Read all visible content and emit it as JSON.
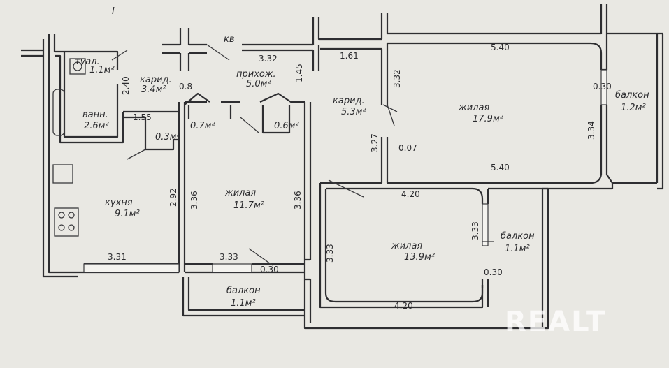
{
  "sheet": {
    "marker": "I",
    "apartment_label": "кв"
  },
  "rooms": {
    "toilet": {
      "name": "туал.",
      "area": "1.1м²"
    },
    "corridor_1": {
      "name": "карид.",
      "area": "3.4м²"
    },
    "bathroom": {
      "name": "ванн.",
      "area": "2.6м²"
    },
    "hallway": {
      "name": "прихож.",
      "area": "5.0м²"
    },
    "corridor_2": {
      "name": "карид.",
      "area": "5.3м²"
    },
    "living_1": {
      "name": "жилая",
      "area": "17.9м²"
    },
    "balcony_1": {
      "name": "балкон",
      "area": "1.2м²"
    },
    "kitchen": {
      "name": "кухня",
      "area": "9.1м²"
    },
    "living_2": {
      "name": "жилая",
      "area": "11.7м²"
    },
    "living_3": {
      "name": "жилая",
      "area": "13.9м²"
    },
    "balcony_2": {
      "name": "балкон",
      "area": "1.1м²"
    },
    "balcony_3": {
      "name": "балкон",
      "area": "1.1м²"
    }
  },
  "closets": [
    "0.3м²",
    "0.7м²",
    "0.6м²"
  ],
  "dimensions": {
    "hall_top": "3.32",
    "hall_right": "1.45",
    "top_mid": "1.61",
    "corr_small": "2.40",
    "corr_small_mark": "0.8",
    "left_wall_label": "1.55",
    "corr2_vert": "3.32",
    "corr2_low": "3.27",
    "corr2_gap": "0.07",
    "big_top": "5.40",
    "big_bottom": "5.40",
    "big_right_gap": "0.30",
    "big_right": "3.34",
    "kitchen_h": "2.92",
    "kitchen_w": "3.31",
    "room2_left": "3.36",
    "room2_right": "3.36",
    "room2_w": "3.33",
    "room2_gap": "0.30",
    "room3_top": "4.20",
    "room3_left": "3.33",
    "room3_right": "3.33",
    "room3_gap": "0.30",
    "room3_bottom": "4.20"
  },
  "watermark": "REALT"
}
